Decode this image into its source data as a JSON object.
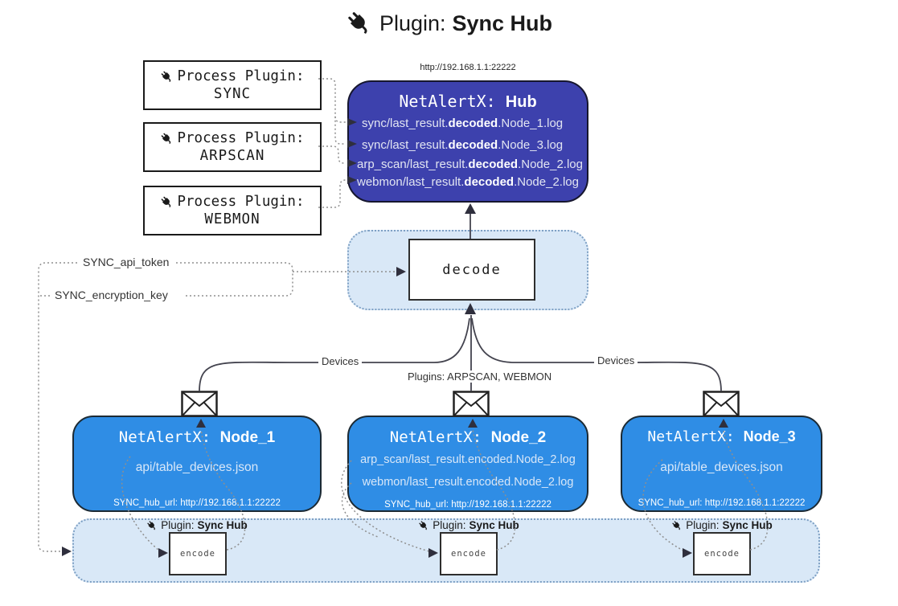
{
  "title": {
    "label": "Plugin:",
    "name": "Sync Hub"
  },
  "process_plugins": [
    {
      "label": "Process Plugin:",
      "name": "SYNC"
    },
    {
      "label": "Process Plugin:",
      "name": "ARPSCAN"
    },
    {
      "label": "Process Plugin:",
      "name": "WEBMON"
    }
  ],
  "hub": {
    "url": "http://192.168.1.1:22222",
    "title_prefix": "NetAlertX:",
    "title_name": "Hub",
    "logs": [
      {
        "pre": "sync/last_result.",
        "bold": "decoded",
        "post": ".Node_1.log"
      },
      {
        "pre": "sync/last_result.",
        "bold": "decoded",
        "post": ".Node_3.log"
      },
      {
        "pre": "arp_scan/last_result.",
        "bold": "decoded",
        "post": ".Node_2.log"
      },
      {
        "pre": "webmon/last_result.",
        "bold": "decoded",
        "post": ".Node_2.log"
      }
    ]
  },
  "decode_label": "decode",
  "keys": {
    "api_token": "SYNC_api_token",
    "encryption_key": "SYNC_encryption_key"
  },
  "edge_labels": {
    "devices_left": "Devices",
    "devices_right": "Devices",
    "plugins_center": "Plugins: ARPSCAN, WEBMON"
  },
  "nodes": [
    {
      "title_prefix": "NetAlertX:",
      "title_name": "Node_1",
      "lines": [
        "api/table_devices.json"
      ],
      "hub_url": "SYNC_hub_url: http://192.168.1.1:22222"
    },
    {
      "title_prefix": "NetAlertX:",
      "title_name": "Node_2",
      "lines": [
        "arp_scan/last_result.encoded.Node_2.log",
        "webmon/last_result.encoded.Node_2.log"
      ],
      "hub_url": "SYNC_hub_url: http://192.168.1.1:22222"
    },
    {
      "title_prefix": "NetAlertX:",
      "title_name": "Node_3",
      "lines": [
        "api/table_devices.json"
      ],
      "hub_url": "SYNC_hub_url: http://192.168.1.1:22222"
    }
  ],
  "encoders": [
    {
      "plugin_label": "Plugin:",
      "plugin_name": "Sync Hub",
      "box_label": "encode"
    },
    {
      "plugin_label": "Plugin:",
      "plugin_name": "Sync Hub",
      "box_label": "encode"
    },
    {
      "plugin_label": "Plugin:",
      "plugin_name": "Sync Hub",
      "box_label": "encode"
    }
  ],
  "colors": {
    "hub_fill": "#3d41ad",
    "hub_border": "#16162e",
    "node_fill": "#2f8de5",
    "node_border": "#1c2a34",
    "panel_fill": "#d9e8f7",
    "panel_border": "#7ea0c4",
    "ink": "#1a1a1a",
    "line": "#4a4a55",
    "dotted": "#8f8f8f",
    "hub_text": "#e2e5f2",
    "node_text": "#d8e7f8"
  }
}
